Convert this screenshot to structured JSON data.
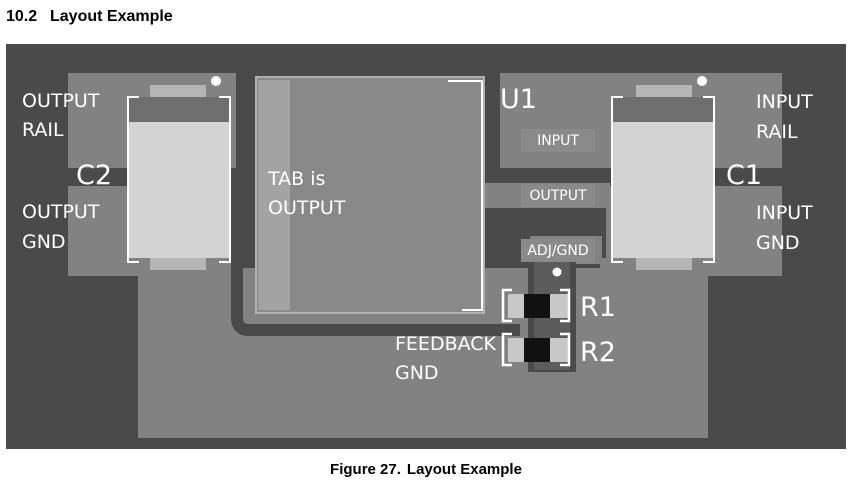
{
  "section": {
    "number": "10.2",
    "title": "Layout Example"
  },
  "figure": {
    "number": "Figure 27.",
    "title": "Layout Example"
  },
  "labels": {
    "output_rail_1": "OUTPUT",
    "output_rail_2": "RAIL",
    "output_gnd_1": "OUTPUT",
    "output_gnd_2": "GND",
    "input_rail_1": "INPUT",
    "input_rail_2": "RAIL",
    "input_gnd_1": "INPUT",
    "input_gnd_2": "GND",
    "tab_1": "TAB is",
    "tab_2": "OUTPUT",
    "feedback_1": "FEEDBACK",
    "feedback_2": "GND"
  },
  "refdes": {
    "c2": "C2",
    "c1": "C1",
    "u1": "U1",
    "r1": "R1",
    "r2": "R2"
  },
  "pins": {
    "input": "INPUT",
    "output": "OUTPUT",
    "adj": "ADJ/GND"
  }
}
